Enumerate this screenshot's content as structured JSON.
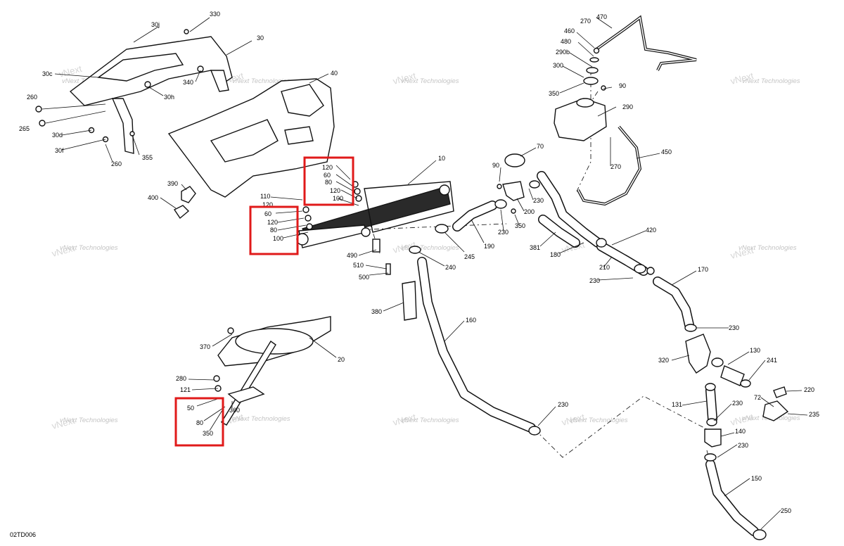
{
  "diagram_code": "02TD006",
  "watermark": [
    "vNext Technologies",
    "vNext",
    "Technologies"
  ],
  "highlight_boxes": {
    "box1": [
      "120",
      "60",
      "80",
      "120",
      "100"
    ],
    "box2": [
      "60",
      "120",
      "80",
      "100"
    ],
    "box3": [
      "50",
      "80",
      "350"
    ]
  },
  "callouts": {
    "c330": "330",
    "c30j": "30j",
    "c30": "30",
    "c30c": "30c",
    "c260a": "260",
    "c265": "265",
    "c30d": "30d",
    "c30f": "30f",
    "c260b": "260",
    "c355": "355",
    "c30h": "30h",
    "c340": "340",
    "c40": "40",
    "c390": "390",
    "c400": "400",
    "c10": "10",
    "c110": "110",
    "c120a": "120",
    "c490": "490",
    "c510": "510",
    "c500": "500",
    "c380": "380",
    "c245": "245",
    "c240": "240",
    "c190": "190",
    "c160": "160",
    "c230a": "230",
    "c70": "70",
    "c90a": "90",
    "c230b": "230",
    "c200": "200",
    "c230c": "230",
    "c350a": "350",
    "c381": "381",
    "c180": "180",
    "c210": "210",
    "c230d": "230",
    "c420": "420",
    "c170": "170",
    "c230e": "230",
    "c320": "320",
    "c130": "130",
    "c241": "241",
    "c220": "220",
    "c72": "72",
    "c235": "235",
    "c131": "131",
    "c230f": "230",
    "c140": "140",
    "c230g": "230",
    "c150": "150",
    "c250": "250",
    "c470": "470",
    "c270a": "270",
    "c460": "460",
    "c480": "480",
    "c290b": "290b",
    "c300": "300",
    "c350b": "350",
    "c90b": "90",
    "c290": "290",
    "c270b": "270",
    "c450": "450",
    "c370": "370",
    "c20": "20",
    "c280": "280",
    "c121": "121",
    "c360": "360"
  }
}
